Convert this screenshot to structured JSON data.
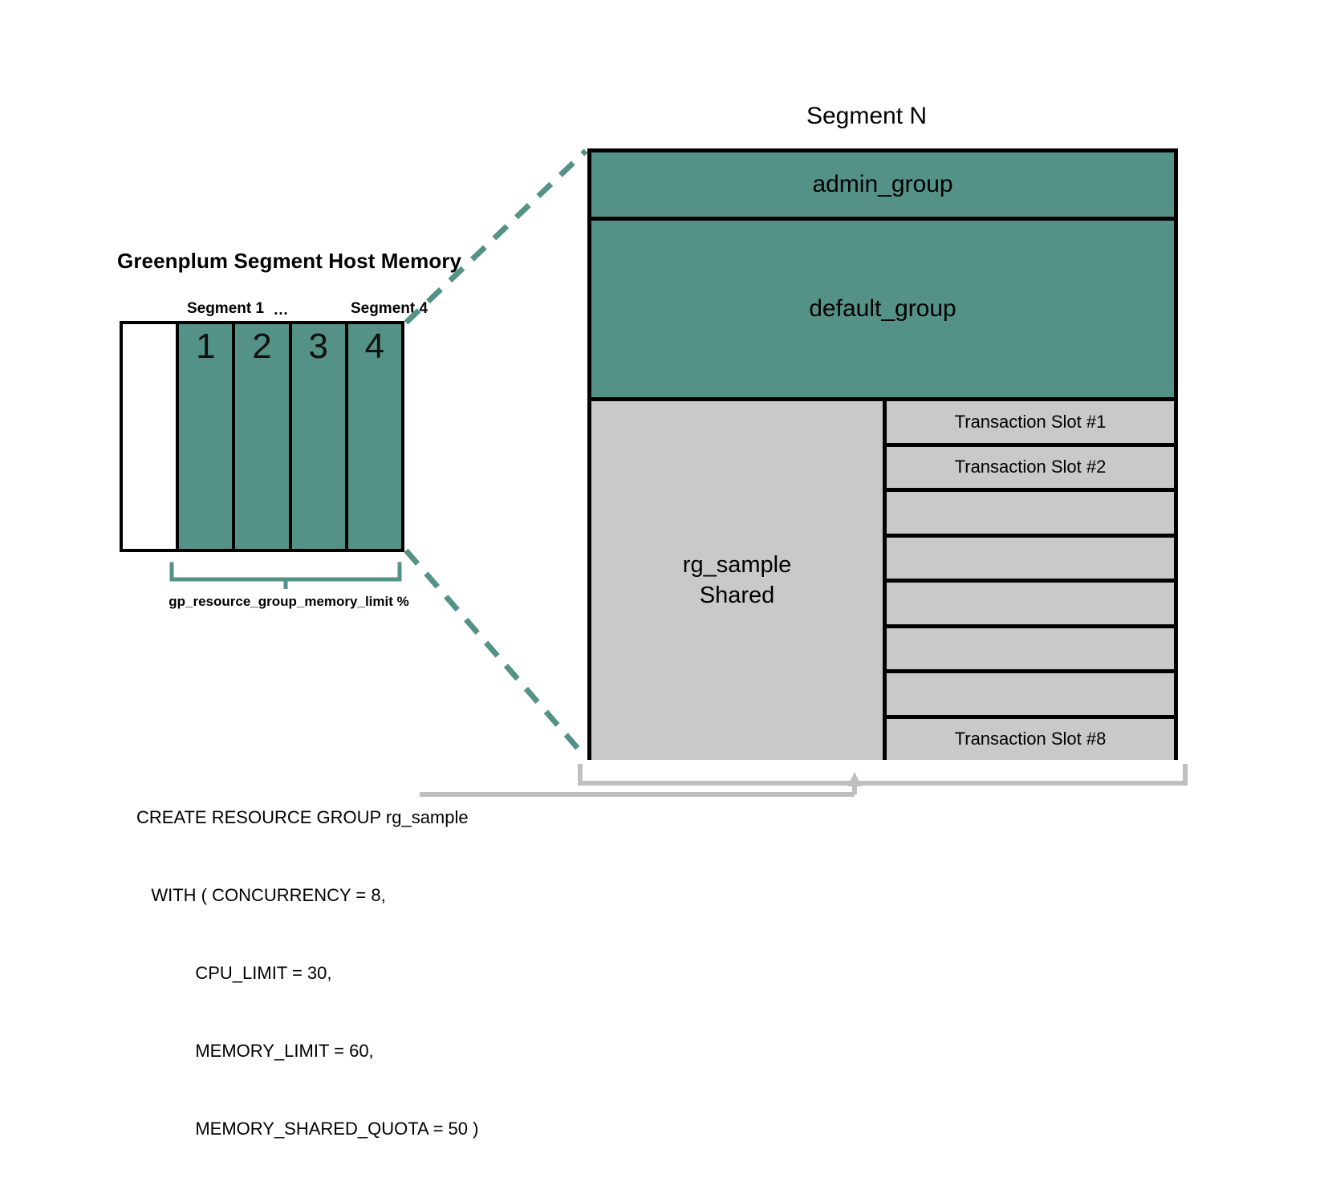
{
  "left_panel": {
    "title": "Greenplum Segment Host Memory",
    "captions": {
      "first": "Segment 1",
      "ellipsis": "…",
      "last": "Segment 4"
    },
    "cells": [
      {
        "label": "",
        "filled": false
      },
      {
        "label": "1",
        "filled": true
      },
      {
        "label": "2",
        "filled": true
      },
      {
        "label": "3",
        "filled": true
      },
      {
        "label": "4",
        "filled": true
      }
    ],
    "bracket_label": "gp_resource_group_memory_limit %"
  },
  "right_panel": {
    "title": "Segment N",
    "groups": [
      {
        "label": "admin_group"
      },
      {
        "label": "default_group"
      }
    ],
    "shared": {
      "line1": "rg_sample",
      "line2": "Shared"
    },
    "slots": [
      "Transaction Slot #1",
      "Transaction Slot #2",
      "",
      "",
      "",
      "",
      "",
      "Transaction Slot #8"
    ]
  },
  "sql": {
    "line1": "CREATE RESOURCE GROUP rg_sample",
    "line2": "   WITH ( CONCURRENCY = 8,",
    "line3": "            CPU_LIMIT = 30,",
    "line4": "            MEMORY_LIMIT = 60,",
    "line5": "            MEMORY_SHARED_QUOTA = 50 )"
  },
  "colors": {
    "teal": "#549187",
    "gray_fill": "#c9c9c9",
    "outline": "#000000",
    "gray_connector": "#bfbfbf"
  }
}
